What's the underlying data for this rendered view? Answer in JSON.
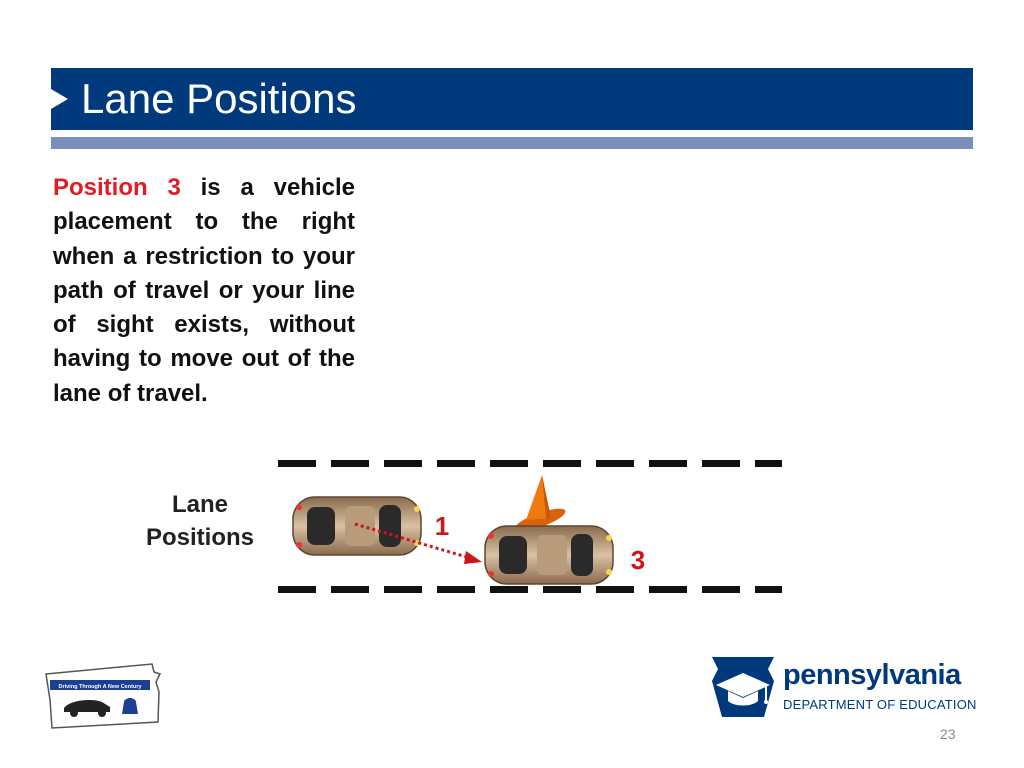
{
  "slide": {
    "title": "Lane Positions",
    "body_highlight": "Position 3",
    "body_rest": " is a vehicle placement to the right when a restriction to your path of travel or your line of sight exists, without having to move out of the lane of travel.",
    "page_number": "23"
  },
  "diagram": {
    "label_line1": "Lane",
    "label_line2": "Positions",
    "position_1_label": "1",
    "position_3_label": "3"
  },
  "logos": {
    "left_badge_text": "Driving Through A New Century",
    "pde_name": "pennsylvania",
    "pde_dept": "DEPARTMENT OF EDUCATION"
  },
  "colors": {
    "title_bar": "#003a7d",
    "accent_bar": "#7b8db8",
    "highlight": "#e31b23",
    "cone": "#f07a12"
  }
}
